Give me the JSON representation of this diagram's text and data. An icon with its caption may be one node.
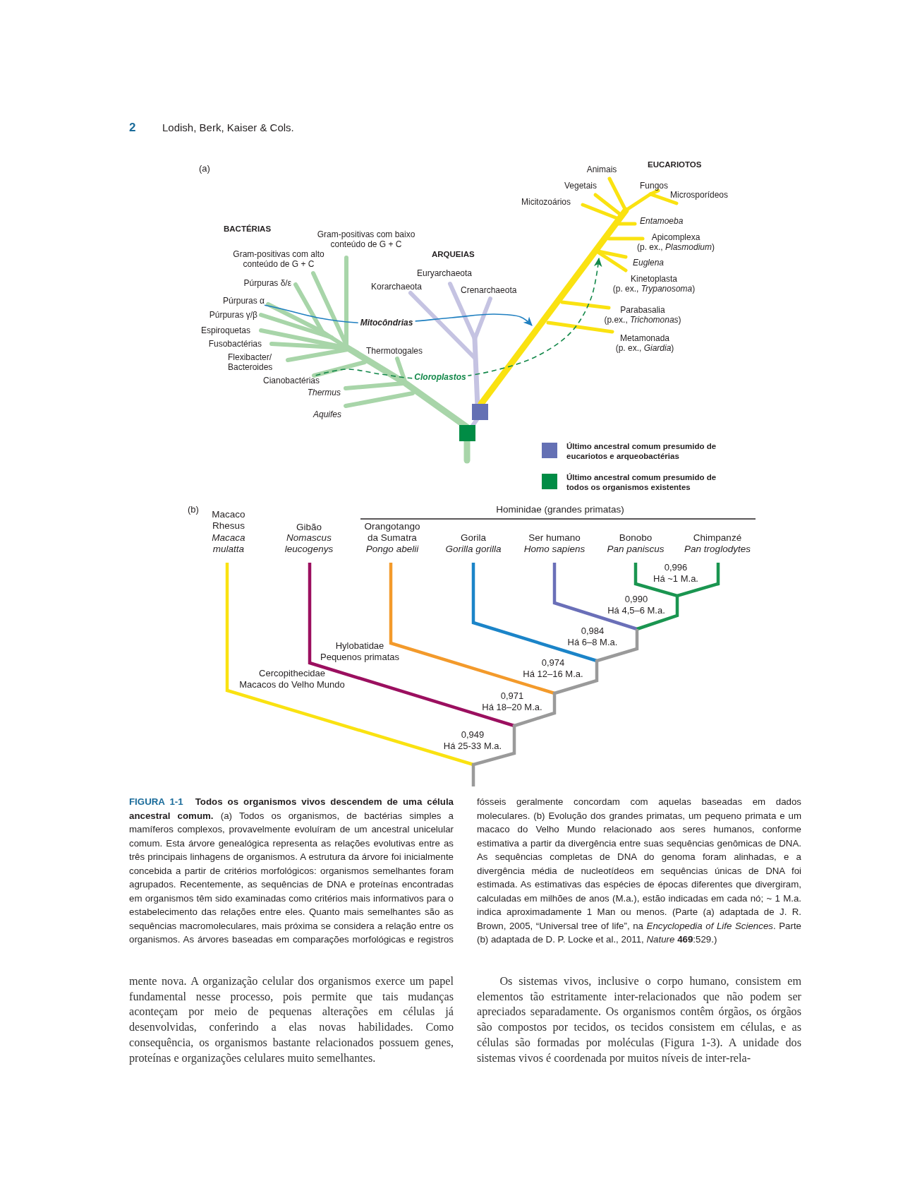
{
  "diagram": {
    "caption": "**FIGURA 1-1** **Todos os organismos vivos descendem de uma célula ancestral comum.** (a) Todos os organismos, de bactérias simples a mamíferos complexos, provavelmente evoluíram de um ancestral unicelular comum. Esta árvore genealógica representa as relações evolutivas entre as três principais linhagens de organismos. A estrutura da árvore foi inicialmente concebida a partir de critérios morfológicos: organismos semelhantes foram agrupados. Recentemente, as sequências de DNA e proteínas encontradas em organismos têm sido examinadas como critérios mais informativos para o estabelecimento das relações entre eles. Quanto mais semelhantes são as sequências macromoleculares, mais próxima se considera a relação entre os organismos. As árvores baseadas em comparações morfológicas e registros fósseis geralmente concordam com aquelas baseadas em dados moleculares. (b) Evolução dos grandes primatas, um pequeno primata e um macaco do Velho Mundo relacionado aos seres humanos, conforme estimativa a partir da divergência entre suas sequências genômicas de DNA. As sequências completas de DNA do genoma foram alinhadas, e a divergência média de nucleotídeos em sequências únicas de DNA foi estimada. As estimativas das espécies de épocas diferentes que divergiram, calculadas em milhões de anos (M.a.), estão indicadas em cada nó; ~ 1 M.a. indica aproximadamente 1 Man ou menos. (Parte (a) adaptada de J. R. Brown, 2005, “Universal tree of life”, na *Encyclopedia of Life Sciences*. Parte (b) adaptada de D. P. Locke et al., 2011, *Nature* **469**:529.)",
    "nodes": [
      {
        "text": [
          "Púrpuras α"
        ]
      },
      {
        "text": [
          "Cianobactérias"
        ]
      }
    ],
    "edges": [
      {
        "from": 0,
        "to": null,
        "arrow": "to",
        "label": "Mitocôndrias",
        "color": "#1f7fc0"
      },
      {
        "from": 1,
        "to": null,
        "arrow": "to",
        "label": "Cloroplastos",
        "style": "dashed",
        "color": "#13884a"
      }
    ],
    "labels": [
      "2",
      "Lodish, Berk, Kaiser & Cols.",
      "(a)",
      "Animais",
      "EUCARIOTOS",
      "Vegetais",
      "Fungos",
      "Microsporídeos",
      "Micitozoários",
      "Entamoeba",
      "BACTÉRIAS",
      "Gram-positivas com baixo conteúdo de G + C",
      "Apicomplexa (p. ex., *Plasmodium*)",
      "Gram-positivas com alto conteúdo de G + C",
      "ARQUEIAS",
      "Euglena",
      "Púrpuras δ/ε",
      "Euryarchaeota",
      "Korarchaeota",
      "Crenarchaeota",
      "Kinetoplasta (p. ex., *Trypanosoma*)",
      "Púrpuras γ/β",
      "Parabasalia (p.ex., *Trichomonas*)",
      "Espiroquetas",
      "Metamonada (p. ex., *Giardia*)",
      "Fusobactérias",
      "Thermotogales",
      "Flexibacter/ Bacteroides",
      "Thermus",
      "Aquifes",
      "(b)",
      "Hominidae (grandes primatas)",
      "Macaco Rhesus",
      "Macaca mulatta",
      "Gibão",
      "Nomascus leucogenys",
      "Orangotango da Sumatra",
      "Pongo abelii",
      "Gorila",
      "Gorilla gorilla",
      "Ser humano",
      "Homo sapiens",
      "Bonobo",
      "Pan paniscus",
      "Chimpanzé",
      "Pan troglodytes",
      "0,996 Há ~1 M.a.",
      "0,990 Há 4,5–6 M.a.",
      "0,984 Há 6–8 M.a.",
      "0,974 Há 12–16 M.a.",
      "0,971 Há 18–20 M.a.",
      "0,949 Há 25-33 M.a.",
      "Hylobatidae Pequenos primatas",
      "Cercopithecidae Macacos do Velho Mundo",
      "mente nova. A organização celular dos organismos exerce um papel fundamental nesse processo, pois permite que tais mudanças aconteçam por meio de pequenas alterações em células já desenvolvidas, conferindo a elas novas habilidades. Como consequência, os organismos bastante relacionados possuem genes, proteínas e organizações celulares muito semelhantes.",
      "Os sistemas vivos, inclusive o corpo humano, consistem em elementos tão estritamente inter-relacionados que não podem ser apreciados separadamente. Os organismos contêm órgãos, os órgãos são compostos por tecidos, os tecidos consistem em células, e as células são formadas por moléculas (Figura 1-3). A unidade dos sistemas vivos é coordenada por muitos níveis de inter-rela-"
    ],
    "legend": [
      {
        "text": "Último ancestral comum presumido de eucariotos e arqueobactérias",
        "color": "#6470b4"
      },
      {
        "text": "Último ancestral comum presumido de todos os organismos existentes",
        "color": "#008c45"
      }
    ]
  }
}
